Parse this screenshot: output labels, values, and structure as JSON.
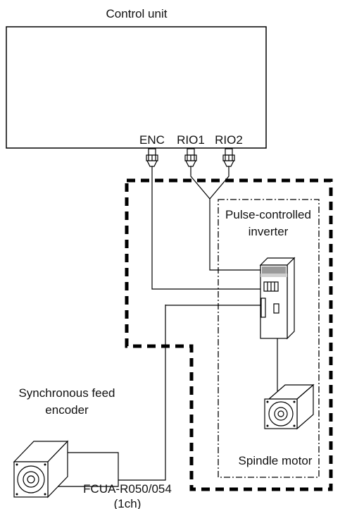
{
  "labels": {
    "control_unit": "Control unit",
    "enc": "ENC",
    "rio1": "RIO1",
    "rio2": "RIO2",
    "inverter_line1": "Pulse-controlled",
    "inverter_line2": "inverter",
    "spindle_motor": "Spindle motor",
    "encoder_line1": "Synchronous feed",
    "encoder_line2": "encoder",
    "cable_line1": "FCUA-R050/054",
    "cable_line2": "(1ch)"
  },
  "icons": [
    "connector-plug-icon",
    "inverter-drive-icon",
    "motor-icon"
  ]
}
